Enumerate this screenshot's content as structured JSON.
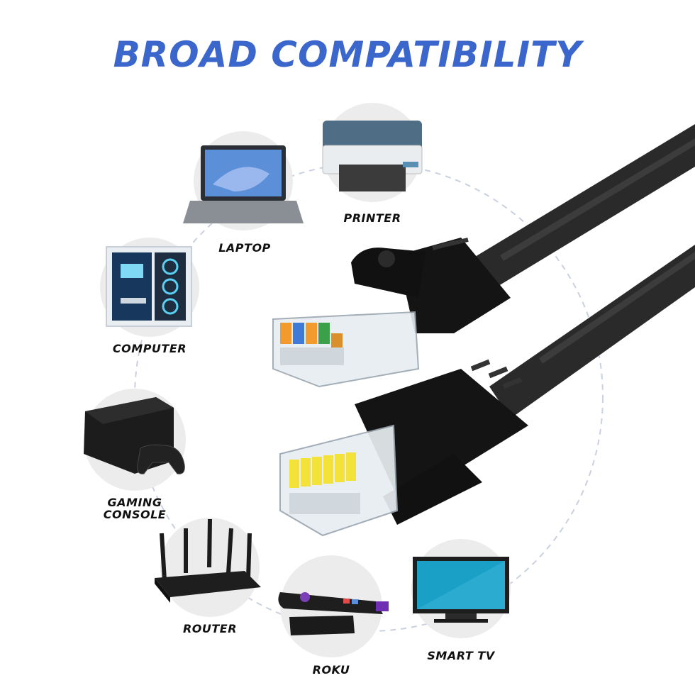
{
  "title": "BROAD COMPATIBILITY",
  "devices": [
    {
      "id": "printer",
      "label": "PRINTER",
      "icon": "printer-icon"
    },
    {
      "id": "laptop",
      "label": "LAPTOP",
      "icon": "laptop-icon"
    },
    {
      "id": "computer",
      "label": "COMPUTER",
      "icon": "desktop-computer-icon"
    },
    {
      "id": "gaming",
      "label_lines": [
        "GAMING",
        "CONSOLE"
      ],
      "icon": "game-console-icon"
    },
    {
      "id": "router",
      "label": "ROUTER",
      "icon": "router-icon"
    },
    {
      "id": "roku",
      "label": "ROKU",
      "icon": "streaming-remote-icon"
    },
    {
      "id": "tv",
      "label": "SMART TV",
      "icon": "tv-icon"
    }
  ],
  "colors": {
    "title": "#3b66cc",
    "circle_bg": "#ececec",
    "cable": "#1a1a1a",
    "dashed_ring": "#c9d0e0"
  }
}
